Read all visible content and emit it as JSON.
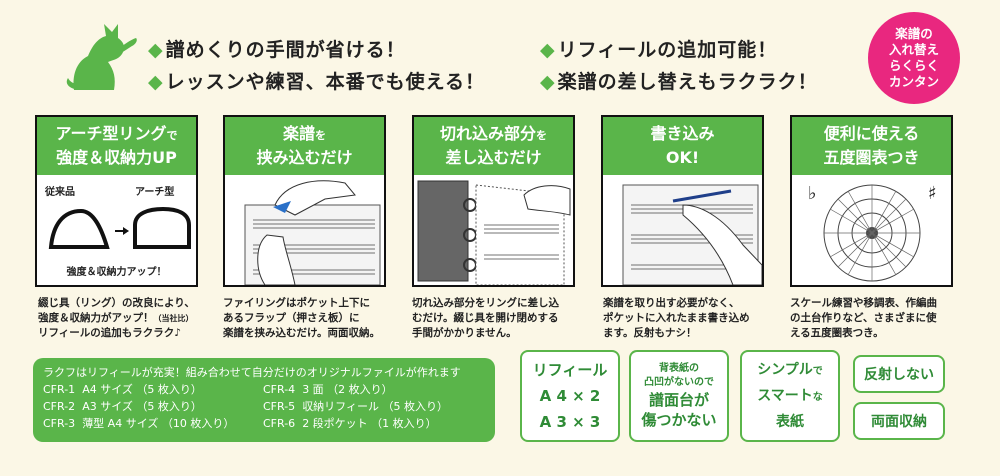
{
  "headlines": {
    "left": [
      "譜めくりの手間が省ける！",
      "レッスンや練習、本番でも使える！"
    ],
    "right": [
      "リフィールの追加可能！",
      "楽譜の差し替えもラクラク！"
    ],
    "bullet": "◆"
  },
  "badge": {
    "lines": [
      "楽譜の",
      "入れ替え",
      "らくらく",
      "カンタン"
    ]
  },
  "panels": [
    {
      "title_line1": "アーチ型リング",
      "title_suffix1": "で",
      "title_line2": "強度＆収納力UP",
      "label_old": "従来品",
      "label_new": "アーチ型",
      "caption": "強度＆収納力アップ！"
    },
    {
      "title_line1": "楽譜",
      "title_suffix1": "を",
      "title_line2": "挟み込むだけ"
    },
    {
      "title_line1": "切れ込み部分",
      "title_suffix1": "を",
      "title_line2": "差し込むだけ"
    },
    {
      "title_line1": "書き込み",
      "title_suffix1": "",
      "title_line2": "OK!"
    },
    {
      "title_line1": "便利に使える",
      "title_suffix1": "",
      "title_line2": "五度圏表つき",
      "flat": "♭",
      "sharp": "♯"
    }
  ],
  "descriptions": [
    {
      "lines": [
        "綴じ具（リング）の改良により、",
        "強度＆収納力がアップ！",
        "リフィールの追加もラクラク♪"
      ],
      "note": "（当社比）"
    },
    {
      "lines": [
        "ファイリングはポケット上下に",
        "あるフラップ（押さえ板）に",
        "楽譜を挟み込むだけ。両面収納。"
      ]
    },
    {
      "lines": [
        "切れ込み部分をリングに差し込",
        "むだけ。綴じ具を開け閉めする",
        "手間がかかりません。"
      ]
    },
    {
      "lines": [
        "楽譜を取り出す必要がなく、",
        "ポケットに入れたまま書き込め",
        "ます。反射もナシ！"
      ]
    },
    {
      "lines": [
        "スケール練習や移調表、作編曲",
        "の土台作りなど、さまざまに使",
        "える五度圏表つき。"
      ]
    }
  ],
  "products": {
    "header": "ラクフはリフィールが充実！組み合わせて自分だけのオリジナルファイルが作れます",
    "left": [
      {
        "code": "CFR-1",
        "name": "A4 サイズ （5 枚入り）"
      },
      {
        "code": "CFR-2",
        "name": "A3 サイズ （5 枚入り）"
      },
      {
        "code": "CFR-3",
        "name": "薄型 A4 サイズ （10 枚入り）"
      }
    ],
    "right": [
      {
        "code": "CFR-4",
        "name": "3 面 （2 枚入り）"
      },
      {
        "code": "CFR-5",
        "name": "収納リフィール （5 枚入り）"
      },
      {
        "code": "CFR-6",
        "name": "2 段ポケット （1 枚入り）"
      }
    ]
  },
  "features": {
    "refill": {
      "title": "リフィール",
      "line1": "A 4 × 2",
      "line2": "A 3 × 3"
    },
    "stand": {
      "small1": "背表紙の",
      "small2": "凸凹がないので",
      "big1": "譜面台が",
      "big2": "傷つかない"
    },
    "cover": {
      "line1a": "シンプル",
      "line1b": "で",
      "line2a": "スマート",
      "line2b": "な",
      "line3": "表紙"
    },
    "no_reflect": "反射しない",
    "double_side": "両面収納"
  },
  "colors": {
    "green": "#5ab54a",
    "pink": "#e9277f",
    "background": "#fbf7e6"
  }
}
